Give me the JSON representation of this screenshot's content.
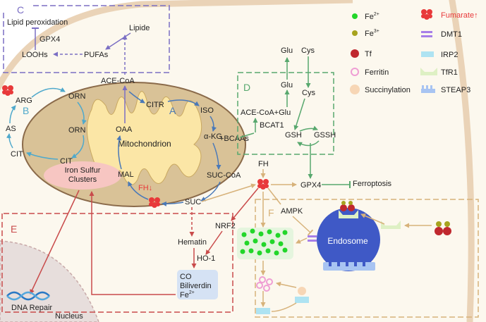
{
  "panels": {
    "c": {
      "letter": "C",
      "lipid_peroxidation": "Lipid peroxidation",
      "gpx4": "GPX4",
      "loohs": "LOOHs",
      "pufas": "PUFAs",
      "lipide": "Lipide"
    },
    "a": {
      "letter": "A",
      "ace_coa": "ACE-CoA",
      "citr": "CITR",
      "iso": "ISO",
      "akg": "α-KG",
      "bcaas": "+BCAAs",
      "oaa": "OAA",
      "mitochondrion": "Mitochondrion",
      "mal": "MAL",
      "suc_coa": "SUC-CoA",
      "fh_down": "FH↓",
      "suc": "SUC"
    },
    "b": {
      "letter": "B",
      "arg": "ARG",
      "orn_outer": "ORN",
      "orn_inner": "ORN",
      "as": "AS",
      "cit_outer": "CIT",
      "cit_inner": "CIT"
    },
    "iron_sulfur": "Iron Sulfur Clusters",
    "d": {
      "letter": "D",
      "glu_top": "Glu",
      "cys_top": "Cys",
      "glu_mid": "Glu",
      "cys_mid": "Cys",
      "ace_coa_glu": "ACE-CoA+Glu",
      "bcat1": "BCAT1",
      "gsh": "GSH",
      "gssh": "GSSH"
    },
    "fh_label": "FH",
    "gpx4": "GPX4",
    "ferroptosis": "Ferroptosis",
    "e": {
      "letter": "E",
      "nrf2": "NRF2",
      "hematin": "Hematin",
      "ho1": "HO-1",
      "co": "CO",
      "biliverdin": "Biliverdin",
      "fe2": "Fe",
      "fe2_sup": "2+",
      "dna_repair": "DNA Repair",
      "nucleus": "Nucleus"
    },
    "f": {
      "letter": "F",
      "ampk": "AMPK",
      "endosome": "Endosome"
    }
  },
  "legend": {
    "fe2": {
      "label": "Fe",
      "sup": "2+"
    },
    "fe3": {
      "label": "Fe",
      "sup": "3+"
    },
    "tf": "Tf",
    "ferritin": "Ferritin",
    "succinylation": "Succinylation",
    "fumarate": "Fumarate↑",
    "dmt1": "DMT1",
    "irp2": "IRP2",
    "tfr1": "TfR1",
    "steap3": "STEAP3"
  },
  "colors": {
    "cell_bg": "#fcf8ee",
    "cell_border": "#ead3b7",
    "mito_outer": "#d9c297",
    "mito_border": "#8a6a4a",
    "mito_inner": "#fbe6a6",
    "panel_c": "#7b6fc4",
    "panel_a": "#4a79b8",
    "panel_b": "#4fa9cc",
    "panel_d": "#58a86e",
    "panel_e": "#c94b4b",
    "panel_f": "#d7b27a",
    "fumarate": "#e8393a",
    "fe2": "#22d62a",
    "fe3": "#a7a31e",
    "tf": "#c0282e",
    "ferritin": "#ef9ed4",
    "endosome": "#3f59c6",
    "irp2": "#aee3f2",
    "tfr1": "#def0c4",
    "steap3": "#a8c4f2",
    "dmt1": "#a77fe8"
  },
  "icons": [
    "fumarate-icon",
    "fe2-dot-icon",
    "fe3-dot-icon",
    "tf-icon",
    "ferritin-icon",
    "succinylation-icon",
    "dmt1-icon",
    "irp2-icon",
    "tfr1-icon",
    "steap3-icon",
    "dna-helix-icon",
    "endosome-icon"
  ]
}
